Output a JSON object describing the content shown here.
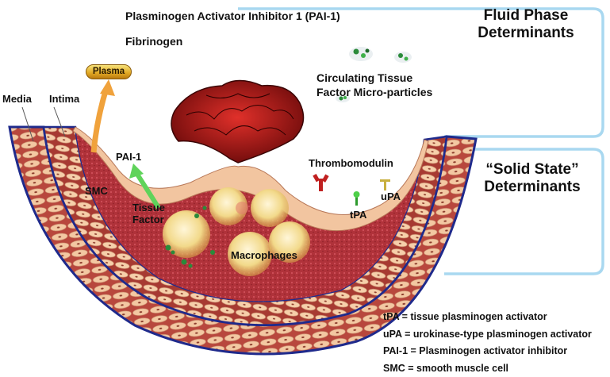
{
  "panels": {
    "fluid_title_1": "Fluid Phase",
    "fluid_title_2": "Determinants",
    "solid_title_1": "“Solid State”",
    "solid_title_2": "Determinants"
  },
  "fluid_phase": {
    "pai1": "Plasminogen Activator Inhibitor 1 (PAI-1)",
    "fibrinogen": "Fibrinogen",
    "microparticles_1": "Circulating Tissue",
    "microparticles_2": "Factor Micro-particles"
  },
  "vessel": {
    "media": "Media",
    "intima": "Intima",
    "plasma": "Plasma",
    "pai1_local": "PAI-1",
    "smc": "SMC",
    "tissue_factor_1": "Tissue",
    "tissue_factor_2": "Factor",
    "macrophages": "Macrophages",
    "thrombomodulin": "Thrombomodulin",
    "tpa": "tPA",
    "upa": "uPA"
  },
  "legend": [
    "tPA = tissue plasminogen activator",
    "uPA = urokinase-type plasminogen activator",
    "PAI-1 = Plasminogen activator inhibitor",
    "SMC = smooth muscle cell"
  ],
  "colors": {
    "panel_outline": "#a9d8f0",
    "vessel_outline": "#1f2a8c",
    "wall": "#c0463c",
    "smooth_muscle": "#f0c29a",
    "thrombus": "#c8161b",
    "plasma_arrow": "#f0a23c",
    "pai1_arrow": "#5fd35a"
  }
}
